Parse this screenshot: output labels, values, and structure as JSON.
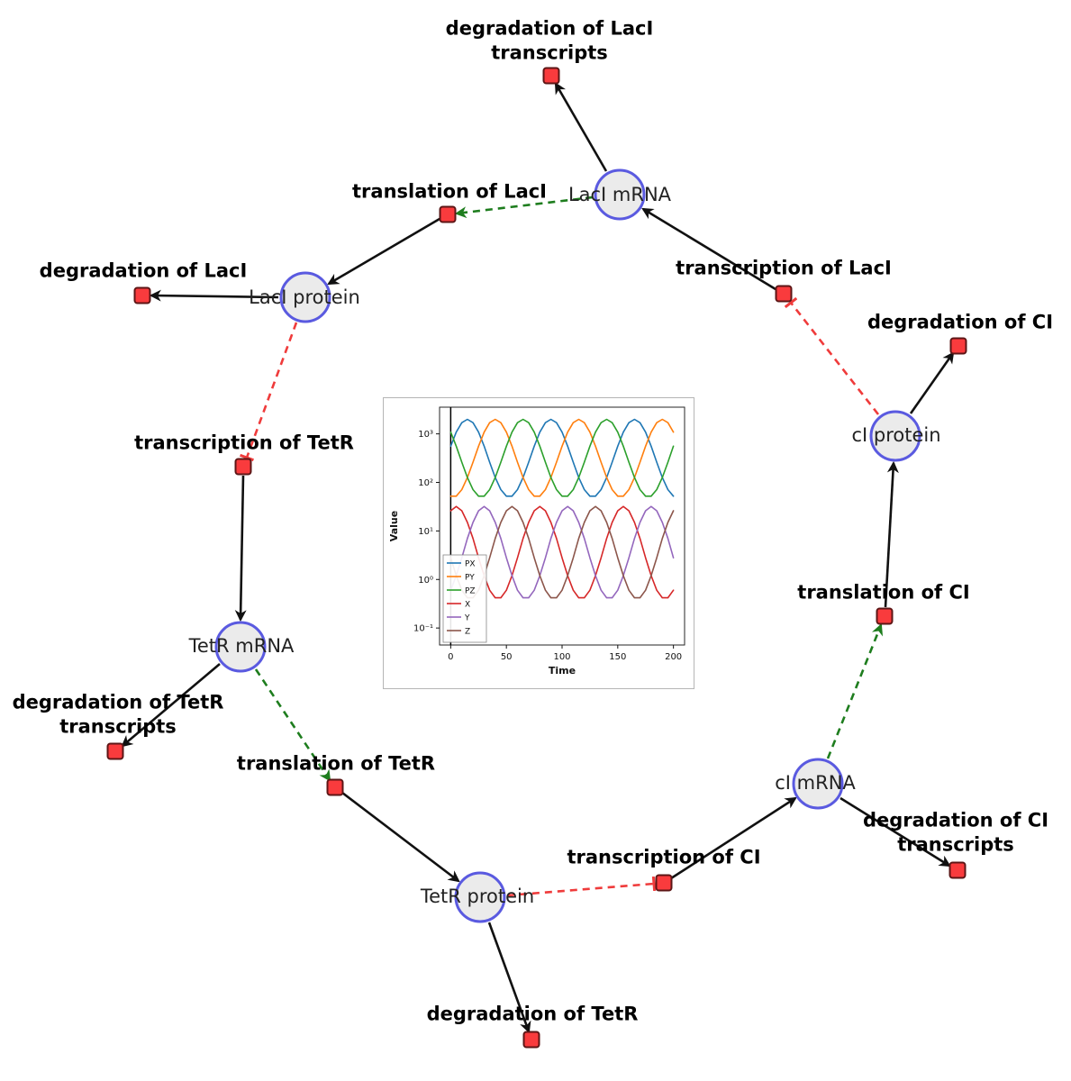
{
  "diagram": {
    "species": [
      {
        "id": "laci-mrna",
        "label": "LacI mRNA"
      },
      {
        "id": "laci-protein",
        "label": "LacI protein"
      },
      {
        "id": "tetr-mrna",
        "label": "TetR mRNA"
      },
      {
        "id": "tetr-protein",
        "label": "TetR protein"
      },
      {
        "id": "ci-mrna",
        "label": "cI mRNA"
      },
      {
        "id": "ci-protein",
        "label": "cI protein"
      }
    ],
    "reactions": [
      {
        "id": "deg-laci-transcripts",
        "label": "degradation of LacI transcripts"
      },
      {
        "id": "translation-laci",
        "label": "translation of LacI"
      },
      {
        "id": "deg-laci",
        "label": "degradation of LacI"
      },
      {
        "id": "transcription-laci",
        "label": "transcription of LacI"
      },
      {
        "id": "deg-ci",
        "label": "degradation of CI"
      },
      {
        "id": "transcription-tetr",
        "label": "transcription of TetR"
      },
      {
        "id": "deg-tetr-transcripts",
        "label": "degradation of TetR transcripts"
      },
      {
        "id": "translation-tetr",
        "label": "translation of TetR"
      },
      {
        "id": "translation-ci",
        "label": "translation of CI"
      },
      {
        "id": "transcription-ci",
        "label": "transcription of CI"
      },
      {
        "id": "deg-ci-transcripts",
        "label": "degradation of CI transcripts"
      },
      {
        "id": "deg-tetr",
        "label": "degradation of TetR"
      }
    ],
    "colors": {
      "species_fill": "#ebebeb",
      "species_stroke": "#5a5ae0",
      "reaction_fill": "#f93b3d",
      "reaction_stroke": "#5c1616",
      "edge": "#111111",
      "modifier_edge": "#1e7d1e",
      "inhibition_edge": "#ef3b3b"
    }
  },
  "chart_data": {
    "type": "line",
    "title": "",
    "xlabel": "Time",
    "ylabel": "Value",
    "y_scale": "log",
    "xlim": [
      -10,
      210
    ],
    "ylim_log": [
      -1.35,
      3.55
    ],
    "legend_position": "lower left",
    "frame_color": "#262626",
    "x_ticks": [
      {
        "value": 0,
        "label": "0"
      },
      {
        "value": 50,
        "label": "50"
      },
      {
        "value": 100,
        "label": "100"
      },
      {
        "value": 150,
        "label": "150"
      },
      {
        "value": 200,
        "label": "200"
      }
    ],
    "y_ticks": [
      {
        "value": 0.1,
        "label": "10⁻¹"
      },
      {
        "value": 1,
        "label": "10⁰"
      },
      {
        "value": 10,
        "label": "10¹"
      },
      {
        "value": 100,
        "label": "10²"
      },
      {
        "value": 1000,
        "label": "10³"
      }
    ],
    "annotations": [
      {
        "type": "vline",
        "x": 0,
        "color": "#000000"
      }
    ],
    "x": [
      0,
      5,
      10,
      15,
      20,
      25,
      30,
      35,
      40,
      45,
      50,
      55,
      60,
      65,
      70,
      75,
      80,
      85,
      90,
      95,
      100,
      105,
      110,
      115,
      120,
      125,
      130,
      135,
      140,
      145,
      150,
      155,
      160,
      165,
      170,
      175,
      180,
      185,
      190,
      195,
      200
    ],
    "series": [
      {
        "name": "PX",
        "color": "#1f77b4",
        "y": [
          558,
          1084,
          1698,
          1995,
          1698,
          1084,
          558,
          261,
          126,
          71,
          52,
          52,
          71,
          126,
          261,
          558,
          1084,
          1698,
          1995,
          1698,
          1084,
          558,
          261,
          126,
          71,
          52,
          52,
          71,
          126,
          261,
          558,
          1084,
          1698,
          1995,
          1698,
          1084,
          558,
          261,
          126,
          71,
          52
        ]
      },
      {
        "name": "PY",
        "color": "#ff7f0e",
        "y": [
          52,
          52,
          71,
          126,
          261,
          558,
          1084,
          1698,
          1995,
          1698,
          1084,
          558,
          261,
          126,
          71,
          52,
          52,
          71,
          126,
          261,
          558,
          1084,
          1698,
          1995,
          1698,
          1084,
          558,
          261,
          126,
          71,
          52,
          52,
          71,
          126,
          261,
          558,
          1084,
          1698,
          1995,
          1698,
          1084
        ]
      },
      {
        "name": "PZ",
        "color": "#2ca02c",
        "y": [
          1084,
          558,
          261,
          126,
          71,
          52,
          52,
          71,
          126,
          261,
          558,
          1084,
          1698,
          1995,
          1698,
          1084,
          558,
          261,
          126,
          71,
          52,
          52,
          71,
          126,
          261,
          558,
          1084,
          1698,
          1995,
          1698,
          1084,
          558,
          261,
          126,
          71,
          52,
          52,
          71,
          126,
          261,
          558
        ]
      },
      {
        "name": "X",
        "color": "#d62728",
        "y": [
          26,
          32,
          26,
          15,
          7,
          2.8,
          1.2,
          0.6,
          0.42,
          0.42,
          0.6,
          1.2,
          2.8,
          7,
          15,
          26,
          32,
          26,
          15,
          7,
          2.8,
          1.2,
          0.6,
          0.42,
          0.42,
          0.6,
          1.2,
          2.8,
          7,
          15,
          26,
          32,
          26,
          15,
          7,
          2.8,
          1.2,
          0.6,
          0.42,
          0.42,
          0.6
        ]
      },
      {
        "name": "Y",
        "color": "#9467bd",
        "y": [
          0.6,
          1.2,
          2.8,
          7,
          15,
          26,
          32,
          26,
          15,
          7,
          2.8,
          1.2,
          0.6,
          0.42,
          0.42,
          0.6,
          1.2,
          2.8,
          7,
          15,
          26,
          32,
          26,
          15,
          7,
          2.8,
          1.2,
          0.6,
          0.42,
          0.42,
          0.6,
          1.2,
          2.8,
          7,
          15,
          26,
          32,
          26,
          15,
          7,
          2.8
        ]
      },
      {
        "name": "Z",
        "color": "#8c564b",
        "y": [
          2.8,
          1.2,
          0.6,
          0.42,
          0.42,
          0.6,
          1.2,
          2.8,
          7,
          15,
          26,
          32,
          26,
          15,
          7,
          2.8,
          1.2,
          0.6,
          0.42,
          0.42,
          0.6,
          1.2,
          2.8,
          7,
          15,
          26,
          32,
          26,
          15,
          7,
          2.8,
          1.2,
          0.6,
          0.42,
          0.42,
          0.6,
          1.2,
          2.8,
          7,
          15,
          26
        ]
      }
    ]
  }
}
